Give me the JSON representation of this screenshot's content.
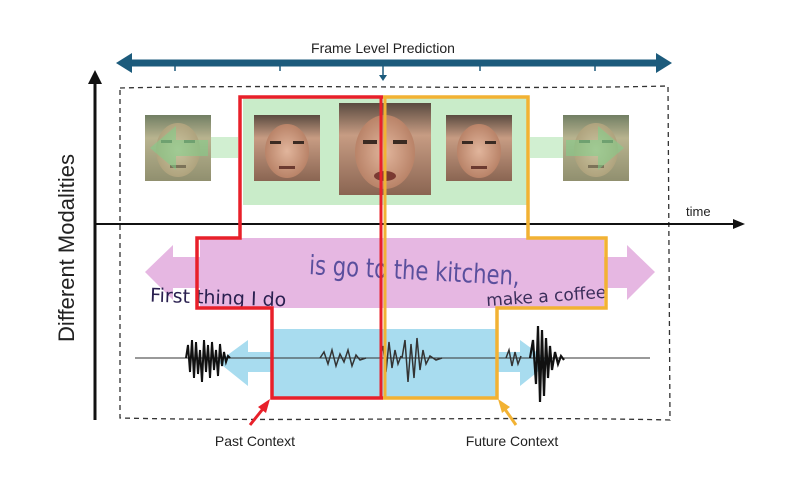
{
  "top_label": "Frame Level Prediction",
  "axis_label": "Different Modalities",
  "time_label": "time",
  "transcript": {
    "past": "First thing I do",
    "center": "is go to the kitchen,",
    "future": "make a coffee"
  },
  "past_label": "Past Context",
  "future_label": "Future Context",
  "icons": {
    "faces": "face-photo-icon",
    "waveform": "audio-waveform-icon"
  },
  "colors": {
    "top_arrow": "#1c5b7c",
    "past": "#e8202a",
    "future": "#f2b233",
    "video_band": "#c9ecc9",
    "text_band": "#e6b7e2",
    "audio_band": "#a8dcef",
    "text": "#5a4f9d"
  }
}
